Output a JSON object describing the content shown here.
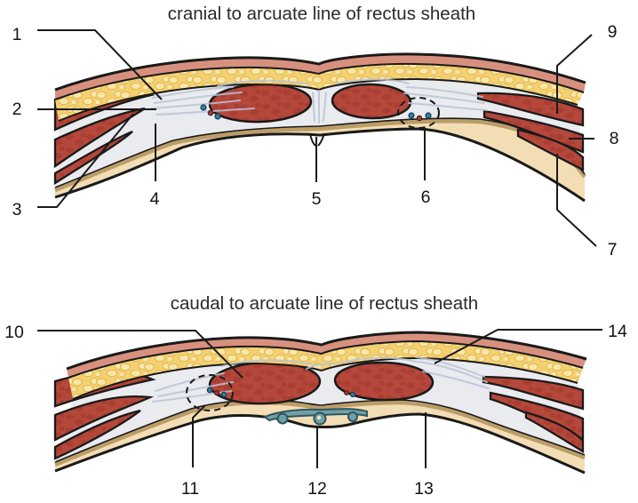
{
  "colors": {
    "outline": "#1a1a1a",
    "skin": "#d8907e",
    "fat": "#f4d170",
    "fat_blob": "#f9e7a8",
    "fascia": "#eaebee",
    "fascia_streak": "#b9c3d6",
    "muscle": "#b5473b",
    "tan": "#bb9d68",
    "cream": "#f3ddb4",
    "teal": "#6fa0a8",
    "vessel_blue": "#2f7fa6",
    "vessel_red": "#a83a3a",
    "label_text": "#141414"
  },
  "sections": {
    "cranial": {
      "title": "cranial to arcuate line of rectus sheath",
      "labels": [
        "1",
        "2",
        "3",
        "4",
        "5",
        "6",
        "7",
        "8",
        "9"
      ]
    },
    "caudal": {
      "title": "caudal to arcuate line of rectus sheath",
      "labels": [
        "10",
        "11",
        "12",
        "13",
        "14"
      ]
    }
  }
}
